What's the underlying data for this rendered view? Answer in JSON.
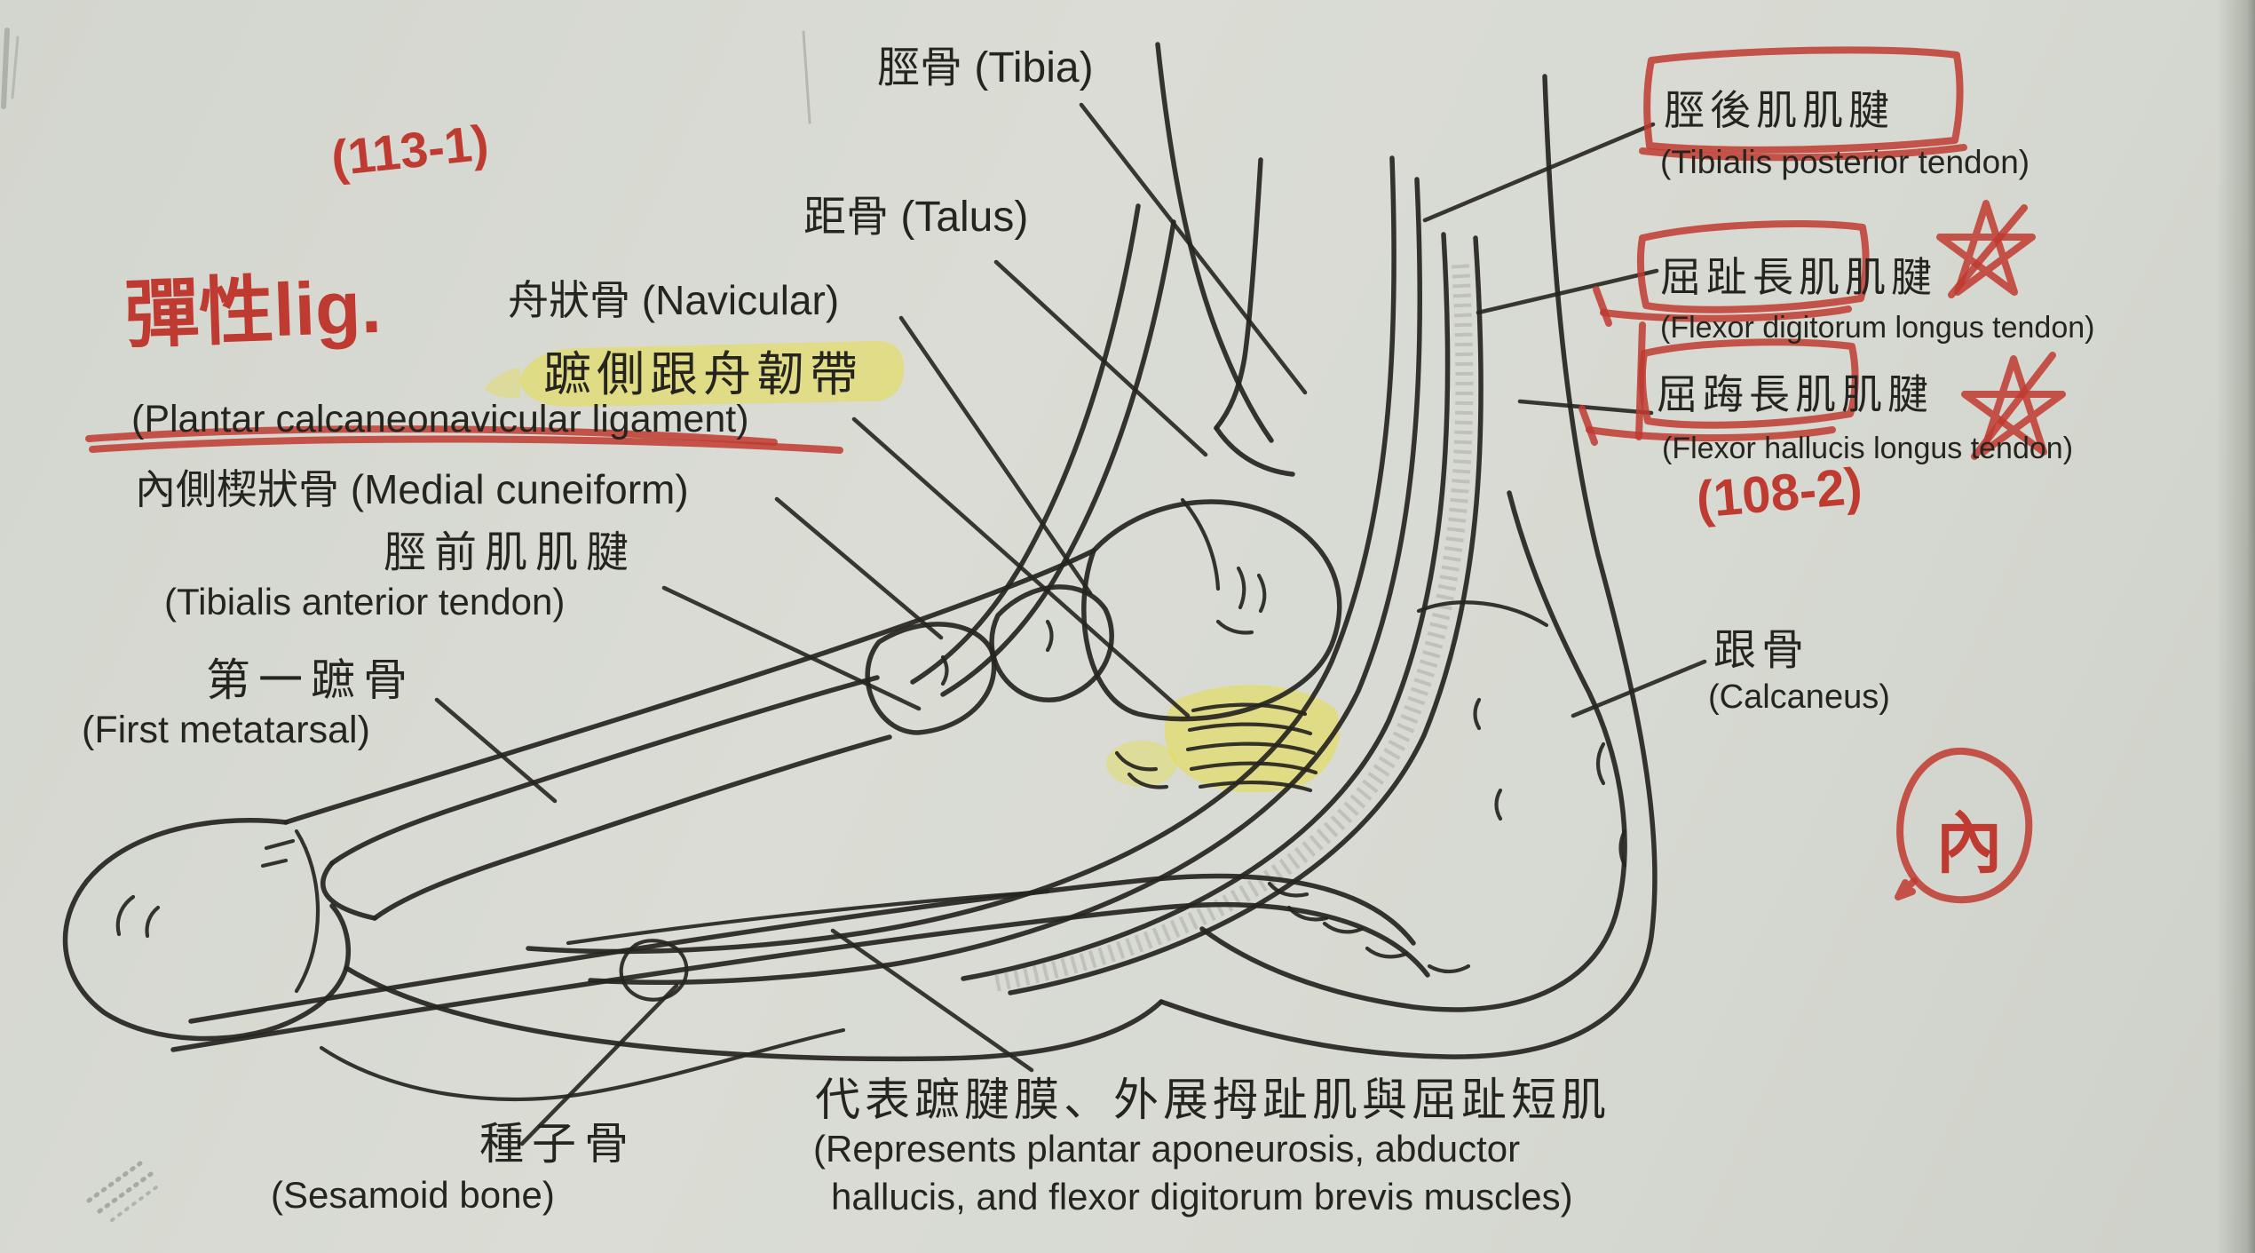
{
  "colors": {
    "paper": "#d7dad2",
    "ink": "#26241f",
    "marker_red": "#bf3a30",
    "highlight_yellow": "#e7dd3a"
  },
  "diagram": {
    "subject": "medial view of foot skeleton with tendons and ligaments",
    "labels": {
      "tibia": "脛骨 (Tibia)",
      "talus": "距骨 (Talus)",
      "navicular": "舟狀骨 (Navicular)",
      "spring_ligament_zh": "蹠側跟舟韌帶",
      "spring_ligament_en": "(Plantar calcaneonavicular ligament)",
      "medial_cuneiform": "內側楔狀骨 (Medial cuneiform)",
      "tibialis_anterior_zh": "脛前肌肌腱",
      "tibialis_anterior_en": "(Tibialis anterior tendon)",
      "first_metatarsal_zh": "第一蹠骨",
      "first_metatarsal_en": "(First metatarsal)",
      "sesamoid_zh": "種子骨",
      "sesamoid_en": "(Sesamoid bone)",
      "plantar_caption_zh": "代表蹠腱膜、外展拇趾肌與屈趾短肌",
      "plantar_caption_en1": "(Represents plantar aponeurosis, abductor",
      "plantar_caption_en2": "hallucis, and flexor digitorum brevis muscles)",
      "tibialis_posterior_zh": "脛後肌肌腱",
      "tibialis_posterior_en": "(Tibialis posterior tendon)",
      "flexor_digitorum_longus_zh": "屈趾長肌肌腱",
      "flexor_digitorum_longus_en": "(Flexor digitorum longus tendon)",
      "flexor_hallucis_longus_zh": "屈踇長肌肌腱",
      "flexor_hallucis_longus_en": "(Flexor hallucis longus tendon)",
      "calcaneus_zh": "跟骨",
      "calcaneus_en": "(Calcaneus)"
    },
    "handwritten_annotations": {
      "exam_tag_top": "(113-1)",
      "elastic_ligament_note": "彈性lig.",
      "exam_tag_right": "(108-2)",
      "medial_mark": "內"
    }
  }
}
